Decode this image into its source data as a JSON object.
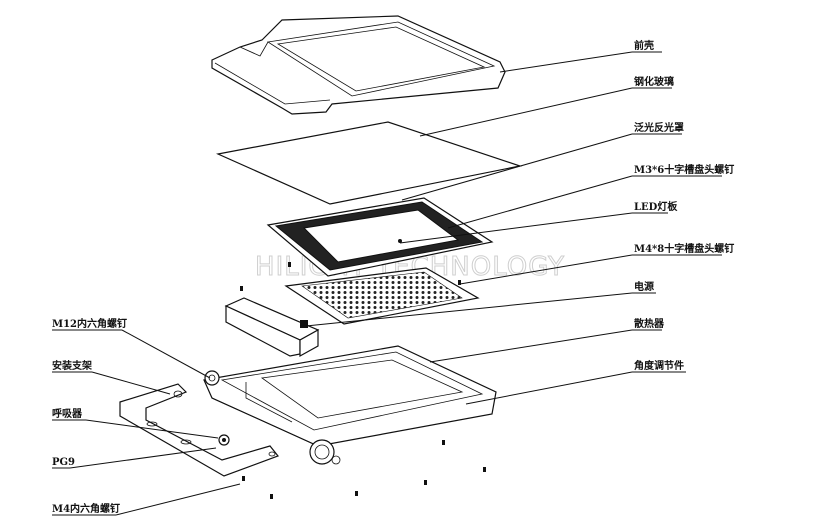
{
  "watermark": "HILIGHT TECHNOLOGY",
  "labels": {
    "front_shell": "前壳",
    "tempered_glass": "钢化玻璃",
    "reflector": "泛光反光罩",
    "m3_screw": "M3*6十字槽盘头螺钉",
    "led_board": "LED灯板",
    "m4_screw": "M4*8十字槽盘头螺钉",
    "power_supply": "电源",
    "heatsink": "散热器",
    "angle_part": "角度调节件",
    "m12_screw": "M12内六角螺钉",
    "bracket": "安装支架",
    "breather": "呼吸器",
    "pg9": "PG9",
    "m4_hex": "M4内六角螺钉"
  }
}
